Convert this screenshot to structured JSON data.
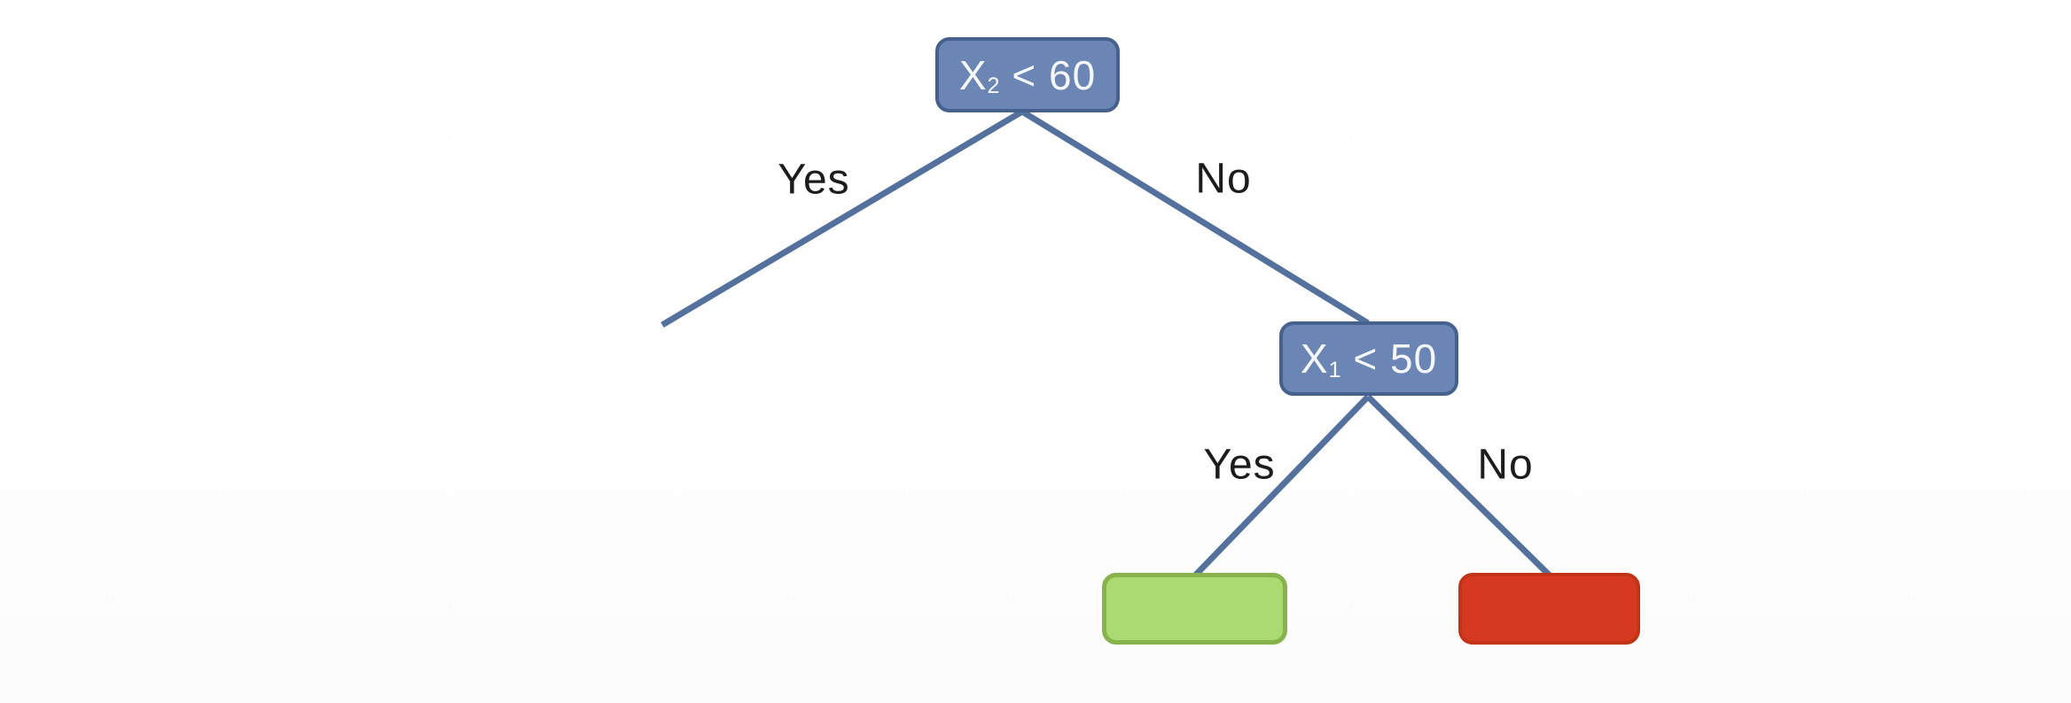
{
  "diagram_type": "decision-tree",
  "tree": {
    "root": {
      "variable": "X",
      "subscript": "2",
      "condition": " < 60",
      "yes_label": "Yes",
      "no_label": "No"
    },
    "child": {
      "variable": "X",
      "subscript": "1",
      "condition": " < 50",
      "yes_label": "Yes",
      "no_label": "No"
    },
    "leaves": {
      "yes_leaf": {
        "label": "",
        "color": "#abd972"
      },
      "no_leaf": {
        "label": "",
        "color": "#d53a20"
      }
    }
  },
  "colors": {
    "background": "#ffffff",
    "decision_node_fill": "#6b86b4",
    "decision_node_border": "#47618f",
    "decision_node_text": "#f5f7fb",
    "edge_line": "#54719e",
    "edge_label_text": "#1c1c1c",
    "leaf_green_fill": "#abd972",
    "leaf_green_border": "#87b24c",
    "leaf_red_fill": "#d53a20",
    "leaf_red_border": "#c23317"
  }
}
